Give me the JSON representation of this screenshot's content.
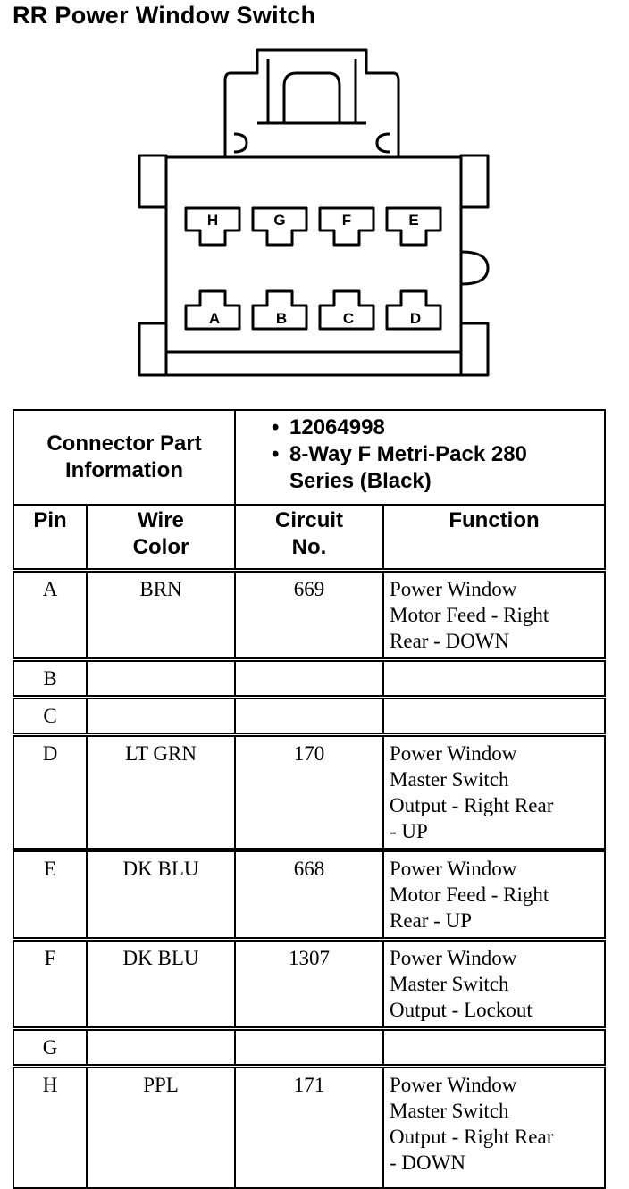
{
  "title": "RR Power Window Switch",
  "connector": {
    "top_row_pins": [
      "H",
      "G",
      "F",
      "E"
    ],
    "bottom_row_pins": [
      "A",
      "B",
      "C",
      "D"
    ]
  },
  "part_info": {
    "label_line1": "Connector Part",
    "label_line2": "Information",
    "items": [
      "12064998",
      "8-Way F Metri-Pack 280 Series (Black)"
    ]
  },
  "columns": {
    "pin": "Pin",
    "wire_color_1": "Wire",
    "wire_color_2": "Color",
    "circuit_1": "Circuit",
    "circuit_2": "No.",
    "function": "Function"
  },
  "rows": [
    {
      "pin": "A",
      "wire": "BRN",
      "circuit": "669",
      "function": [
        "Power Window",
        "Motor Feed - Right",
        "Rear - DOWN"
      ]
    },
    {
      "pin": "B",
      "wire": "",
      "circuit": "",
      "function": []
    },
    {
      "pin": "C",
      "wire": "",
      "circuit": "",
      "function": []
    },
    {
      "pin": "D",
      "wire": "LT GRN",
      "circuit": "170",
      "function": [
        "Power Window",
        "Master Switch",
        "Output - Right Rear",
        "- UP"
      ]
    },
    {
      "pin": "E",
      "wire": "DK BLU",
      "circuit": "668",
      "function": [
        "Power Window",
        "Motor Feed - Right",
        "Rear - UP"
      ]
    },
    {
      "pin": "F",
      "wire": "DK BLU",
      "circuit": "1307",
      "function": [
        "Power Window",
        "Master Switch",
        "Output - Lockout"
      ]
    },
    {
      "pin": "G",
      "wire": "",
      "circuit": "",
      "function": []
    },
    {
      "pin": "H",
      "wire": "PPL",
      "circuit": "171",
      "function": [
        "Power Window",
        "Master Switch",
        "Output - Right Rear",
        "- DOWN"
      ]
    }
  ]
}
